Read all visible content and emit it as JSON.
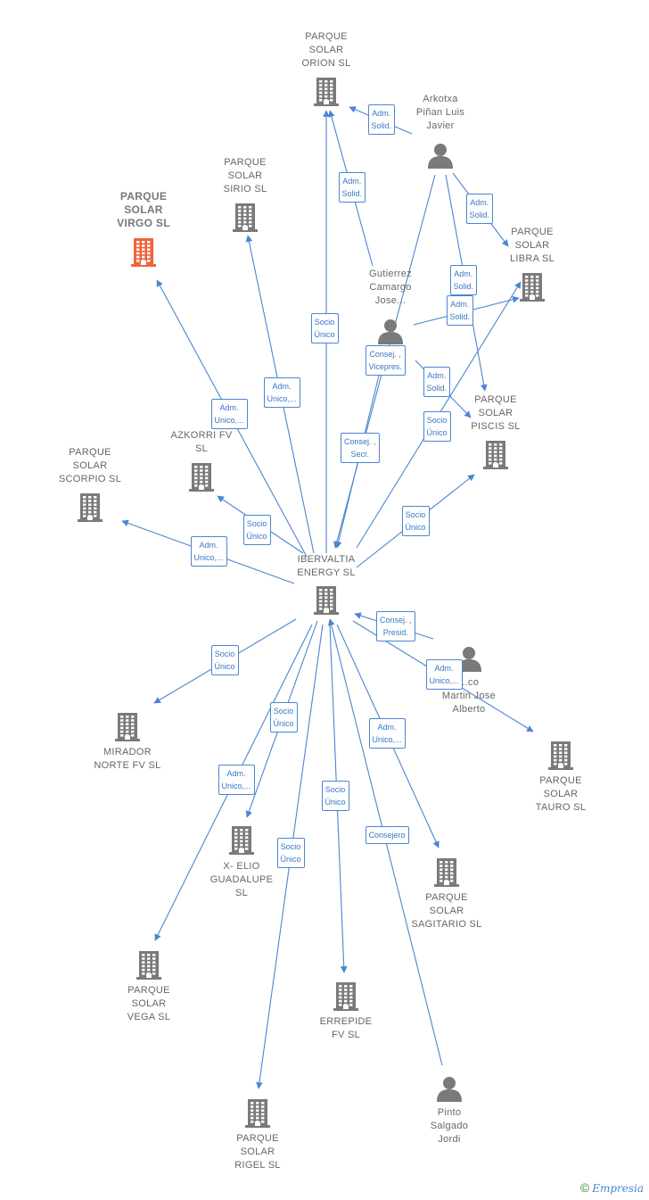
{
  "nodes": [
    {
      "id": "orion",
      "type": "company",
      "lines": [
        "PARQUE",
        "SOLAR",
        "ORION  SL"
      ]
    },
    {
      "id": "arkotxa",
      "type": "person",
      "lines": [
        "Arkotxa",
        "Piñan Luis",
        "Javier"
      ]
    },
    {
      "id": "sirio",
      "type": "company",
      "lines": [
        "PARQUE",
        "SOLAR",
        "SIRIO  SL"
      ]
    },
    {
      "id": "virgo",
      "type": "company-focus",
      "lines": [
        "PARQUE",
        "SOLAR",
        "VIRGO  SL"
      ]
    },
    {
      "id": "libra",
      "type": "company",
      "lines": [
        "PARQUE",
        "SOLAR",
        "LIBRA  SL"
      ]
    },
    {
      "id": "gutierrez",
      "type": "person",
      "lines": [
        "Gutierrez",
        "Camargo",
        "Jose..."
      ]
    },
    {
      "id": "piscis",
      "type": "company",
      "lines": [
        "PARQUE",
        "SOLAR",
        "PISCIS  SL"
      ]
    },
    {
      "id": "azkorri",
      "type": "company",
      "lines": [
        "AZKORRI FV",
        "SL"
      ]
    },
    {
      "id": "scorpio",
      "type": "company",
      "lines": [
        "PARQUE",
        "SOLAR",
        "SCORPIO  SL"
      ]
    },
    {
      "id": "ibervaltia",
      "type": "company",
      "lines": [
        "IBERVALTIA",
        "ENERGY  SL"
      ]
    },
    {
      "id": "martin",
      "type": "person",
      "lines": [
        "...co",
        "Martin Jose",
        "Alberto"
      ]
    },
    {
      "id": "mirador",
      "type": "company",
      "lines": [
        "MIRADOR",
        "NORTE FV  SL"
      ]
    },
    {
      "id": "tauro",
      "type": "company",
      "lines": [
        "PARQUE",
        "SOLAR",
        "TAURO  SL"
      ]
    },
    {
      "id": "elio",
      "type": "company",
      "lines": [
        "X- ELIO",
        "GUADALUPE",
        "SL"
      ]
    },
    {
      "id": "sagitario",
      "type": "company",
      "lines": [
        "PARQUE",
        "SOLAR",
        "SAGITARIO  SL"
      ]
    },
    {
      "id": "vega",
      "type": "company",
      "lines": [
        "PARQUE",
        "SOLAR",
        "VEGA  SL"
      ]
    },
    {
      "id": "errepide",
      "type": "company",
      "lines": [
        "ERREPIDE",
        "FV  SL"
      ]
    },
    {
      "id": "pinto",
      "type": "person",
      "lines": [
        "Pinto",
        "Salgado",
        "Jordi"
      ]
    },
    {
      "id": "rigel",
      "type": "company",
      "lines": [
        "PARQUE",
        "SOLAR",
        "RIGEL  SL"
      ]
    }
  ],
  "edges": [
    {
      "from": "arkotxa",
      "to": "orion",
      "lines": [
        "Adm.",
        "Solid."
      ]
    },
    {
      "from": "gutierrez",
      "to": "orion",
      "lines": [
        "Adm.",
        "Solid."
      ]
    },
    {
      "from": "arkotxa",
      "to": "libra",
      "lines": [
        "Adm.",
        "Solid."
      ]
    },
    {
      "from": "gutierrez",
      "to": "libra",
      "lines": [
        "Adm.",
        "Solid."
      ]
    },
    {
      "from": "arkotxa",
      "to": "piscis",
      "lines": [
        "Adm.",
        "Solid."
      ]
    },
    {
      "from": "gutierrez",
      "to": "piscis",
      "lines": [
        "Adm.",
        "Solid."
      ]
    },
    {
      "from": "ibervaltia",
      "to": "orion",
      "lines": [
        "Socio",
        "Único"
      ]
    },
    {
      "from": "ibervaltia",
      "to": "sirio",
      "lines": [
        "Adm.",
        "Unico,..."
      ]
    },
    {
      "from": "ibervaltia",
      "to": "virgo",
      "lines": [
        "Adm.",
        "Unico,..."
      ]
    },
    {
      "from": "gutierrez",
      "to": "ibervaltia",
      "lines": [
        "Consej. ,",
        "Vicepres."
      ]
    },
    {
      "from": "arkotxa",
      "to": "ibervaltia",
      "lines": [
        "Consej. ,",
        "Secr."
      ]
    },
    {
      "from": "ibervaltia",
      "to": "libra",
      "lines": [
        "Socio",
        "Único"
      ]
    },
    {
      "from": "ibervaltia",
      "to": "azkorri",
      "lines": [
        "Socio",
        "Único"
      ]
    },
    {
      "from": "ibervaltia",
      "to": "scorpio",
      "lines": [
        "Adm.",
        "Unico,..."
      ]
    },
    {
      "from": "ibervaltia",
      "to": "piscis",
      "lines": [
        "Socio",
        "Único"
      ]
    },
    {
      "from": "martin",
      "to": "ibervaltia",
      "lines": [
        "Consej. ,",
        "Presid."
      ]
    },
    {
      "from": "ibervaltia",
      "to": "tauro",
      "lines": [
        "Adm.",
        "Unico,..."
      ]
    },
    {
      "from": "ibervaltia",
      "to": "mirador",
      "lines": [
        "Socio",
        "Único"
      ]
    },
    {
      "from": "ibervaltia",
      "to": "elio",
      "lines": [
        "Socio",
        "Único"
      ]
    },
    {
      "from": "ibervaltia",
      "to": "vega",
      "lines": [
        "Adm.",
        "Unico,..."
      ]
    },
    {
      "from": "ibervaltia",
      "to": "sagitario",
      "lines": [
        "Adm.",
        "Unico,..."
      ]
    },
    {
      "from": "ibervaltia",
      "to": "errepide",
      "lines": [
        "Socio",
        "Único"
      ]
    },
    {
      "from": "pinto",
      "to": "ibervaltia",
      "lines": [
        "Consejero"
      ]
    },
    {
      "from": "ibervaltia",
      "to": "rigel",
      "lines": [
        "Socio",
        "Único"
      ]
    }
  ],
  "colors": {
    "edge": "#4a86d0",
    "company": "#7a7a7a",
    "focus": "#f0643a",
    "person": "#7a7a7a"
  },
  "footer": {
    "copyright": "©",
    "brand": "Empresia"
  }
}
